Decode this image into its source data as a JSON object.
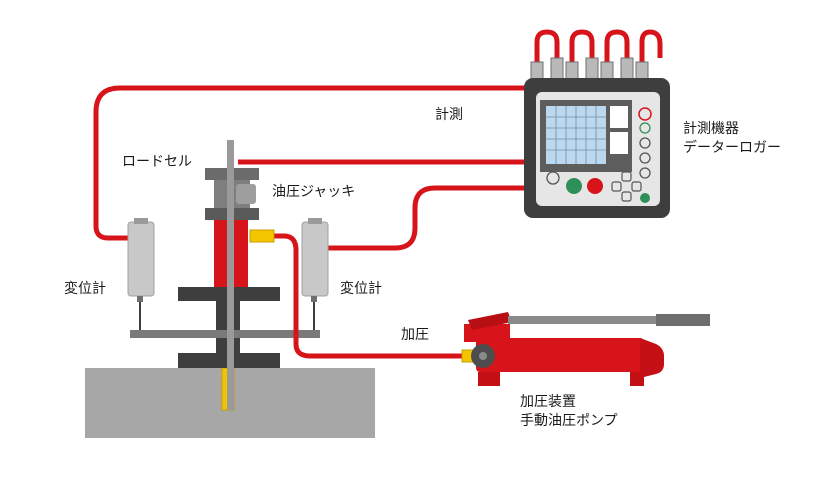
{
  "colors": {
    "red": "#d7141a",
    "dark_gray": "#3e3e3e",
    "mid_gray": "#6b6b6b",
    "light_gray": "#c8c8c8",
    "ground": "#a7a7a7",
    "screen_blue": "#bcd8ee",
    "fitting_yellow": "#f2c500",
    "green_button": "#2f8f58"
  },
  "labels": {
    "measurement": "計測",
    "load_cell": "ロードセル",
    "hydraulic_jack": "油圧ジャッキ",
    "displacement_left": "変位計",
    "displacement_right": "変位計",
    "pressurize": "加圧",
    "instrument_line1": "計測機器",
    "instrument_line2": "データーロガー",
    "pump_line1": "加圧装置",
    "pump_line2": "手動油圧ポンプ"
  }
}
